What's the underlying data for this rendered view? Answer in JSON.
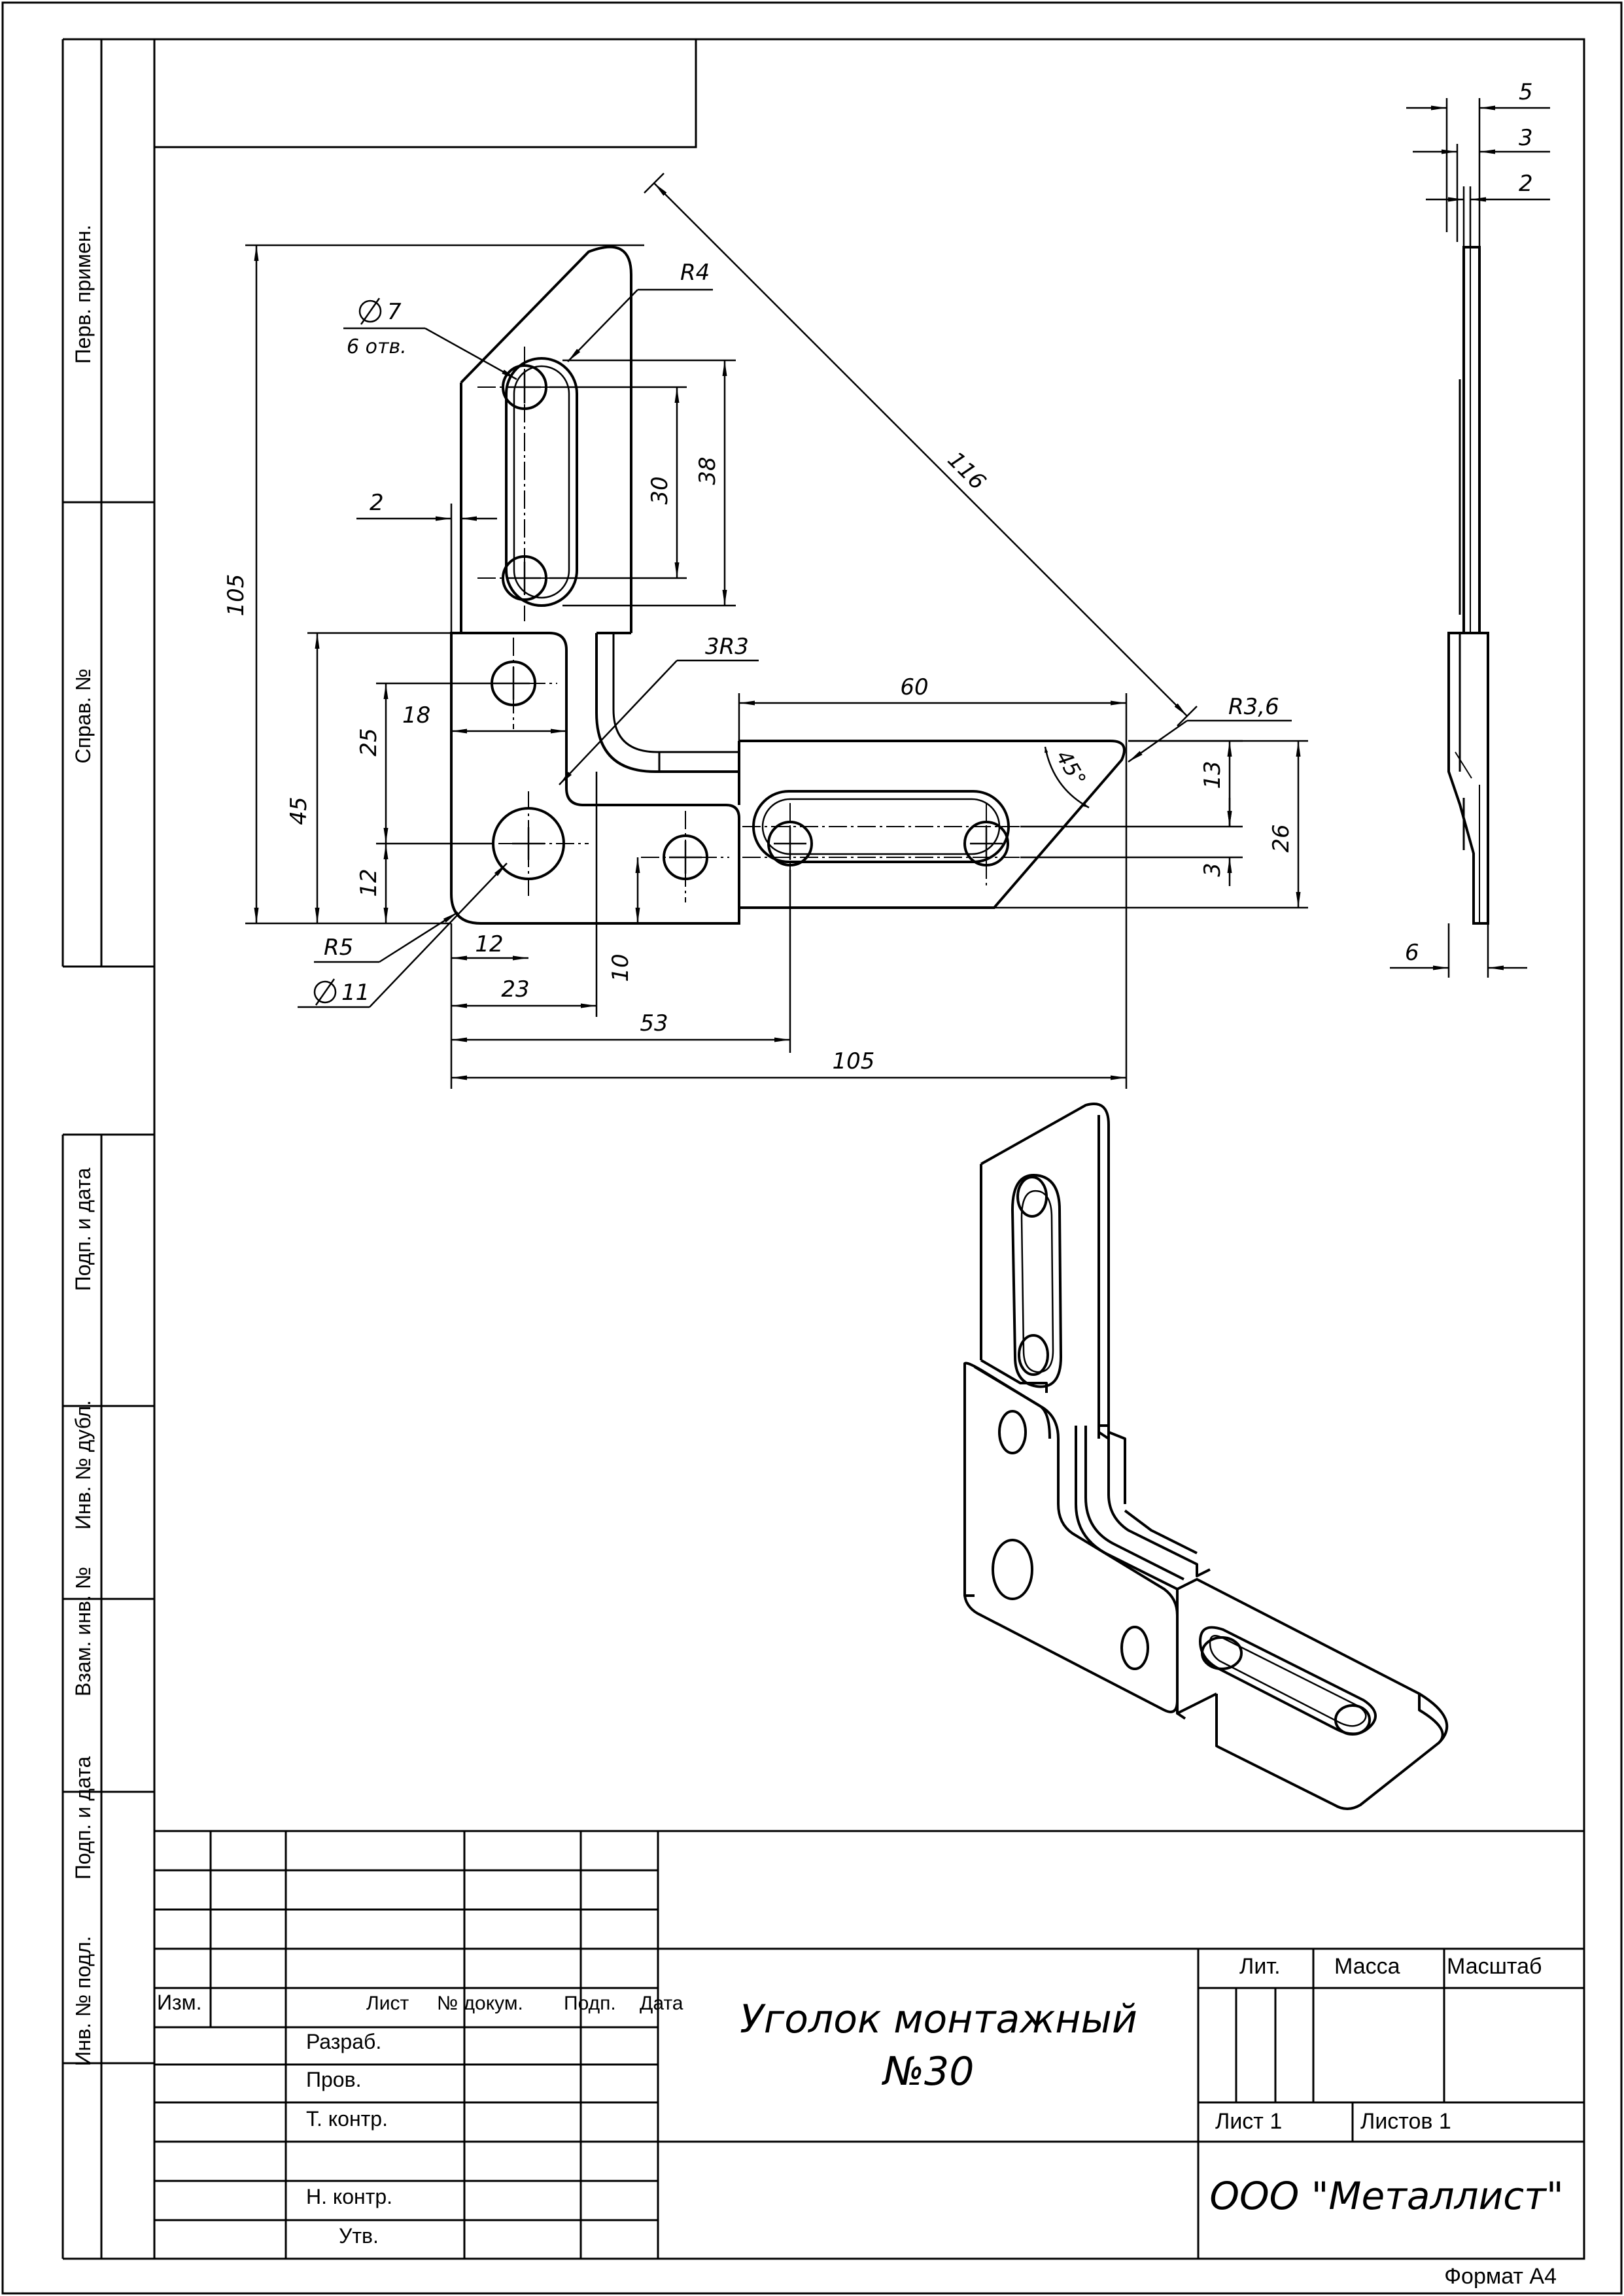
{
  "side_strip": {
    "perv_primen": "Перв. примен.",
    "sprav_no": "Справ. №",
    "podp_data_1": "Подп. и дата",
    "inv_dubl": "Инв. № дубл.",
    "vzam_inv": "Взам. инв. №",
    "podp_data_2": "Подп. и дата",
    "inv_podl": "Инв. № подл."
  },
  "dimensions": {
    "d105_vertical": "105",
    "d7_diameter": "7",
    "d6_holes": "6 отв.",
    "r4": "R4",
    "d116": "116",
    "d2": "2",
    "d30": "30",
    "d38": "38",
    "d3r3": "3R3",
    "d60": "60",
    "r3_6": "R3,6",
    "d45_vertical": "45",
    "d25": "25",
    "d18": "18",
    "d12_vertical": "12",
    "d45_angle": "45°",
    "d13": "13",
    "d26": "26",
    "d3": "3",
    "r5": "R5",
    "d11_diameter": "11",
    "d12_horizontal": "12",
    "d10": "10",
    "d23": "23",
    "d53": "53",
    "d105_horizontal": "105",
    "side_5": "5",
    "side_3": "3",
    "side_2": "2",
    "side_6": "6"
  },
  "title_block": {
    "izm": "Изм.",
    "list": "Лист",
    "no_dokum": "№ докум.",
    "podp": "Подп.",
    "data": "Дата",
    "razrab": "Разраб.",
    "prov": "Пров.",
    "t_kontr": "Т. контр.",
    "n_kontr": "Н. контр.",
    "utv": "Утв.",
    "title_line1": "Уголок монтажный",
    "title_line2": "№30",
    "lit": "Лит.",
    "massa": "Масса",
    "masshtab": "Масштаб",
    "sheet": "Лист 1",
    "sheets": "Листов 1",
    "organization": "ООО \"Металлист\"",
    "format": "Формат А4"
  }
}
